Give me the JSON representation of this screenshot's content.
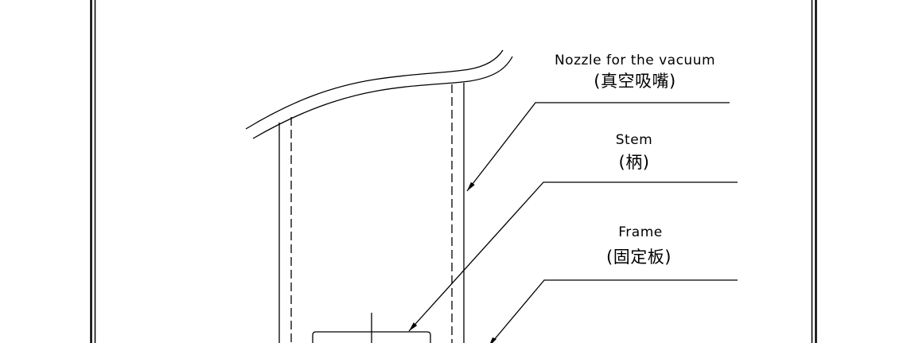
{
  "drawing": {
    "labels": [
      {
        "name": "Nozzle for the vacuum",
        "name_zh": "(真空吸嘴)"
      },
      {
        "name": "Stem",
        "name_zh": "(柄)"
      },
      {
        "name": "Frame",
        "name_zh": "(固定板)"
      }
    ],
    "line_color": "#000000",
    "background": "#ffffff"
  }
}
